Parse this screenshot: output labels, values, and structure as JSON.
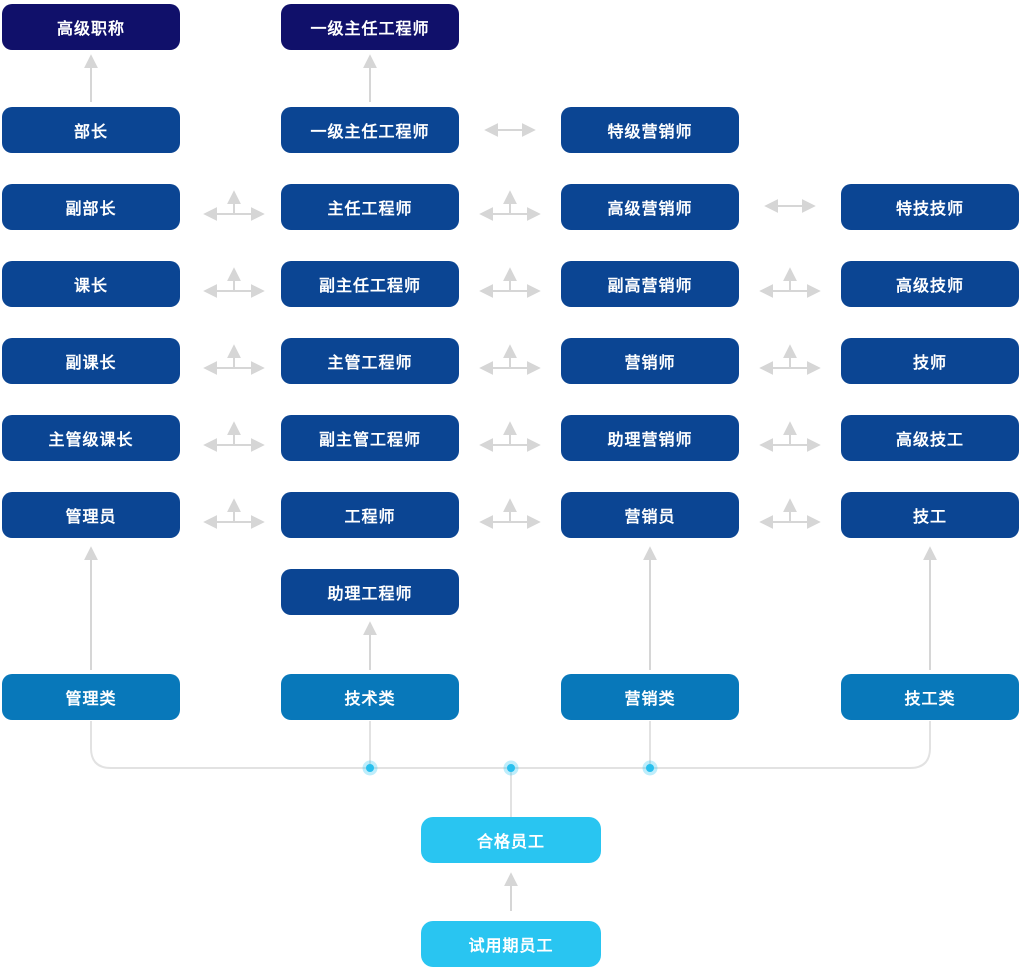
{
  "title": "career-ladder-diagram",
  "colors": {
    "top_rank_box": "#10106a",
    "level_box": "#0b4593",
    "category_box": "#0878ba",
    "employee_box": "#29c5f1",
    "arrow": "#d6d6d6",
    "bus_line": "#e2e2e2",
    "junction_dot": "#29c0ee",
    "text": "#ffffff"
  },
  "columns": [
    {
      "id": "management",
      "top_title": "高级职称",
      "levels": [
        "部长",
        "副部长",
        "课长",
        "副课长",
        "主管级课长",
        "管理员"
      ],
      "category": "管理类"
    },
    {
      "id": "technical",
      "top_title": "一级主任工程师",
      "levels": [
        "一级主任工程师",
        "主任工程师",
        "副主任工程师",
        "主管工程师",
        "副主管工程师",
        "工程师",
        "助理工程师"
      ],
      "category": "技术类"
    },
    {
      "id": "marketing",
      "levels": [
        "特级营销师",
        "高级营销师",
        "副高营销师",
        "营销师",
        "助理营销师",
        "营销员"
      ],
      "category": "营销类"
    },
    {
      "id": "skilled",
      "levels": [
        "特技技师",
        "高级技师",
        "技师",
        "高级技工",
        "技工"
      ],
      "category": "技工类"
    }
  ],
  "base": {
    "qualified": "合格员工",
    "probation": "试用期员工"
  }
}
